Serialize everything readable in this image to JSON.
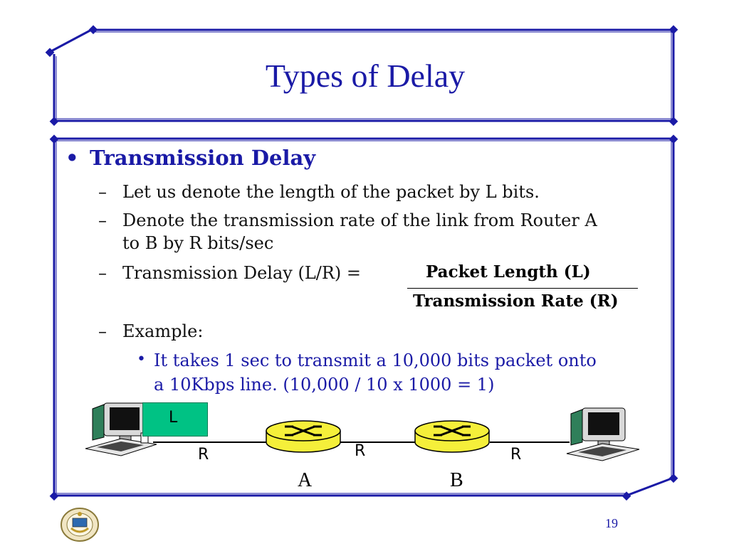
{
  "slide": {
    "title": "Types of Delay",
    "bullet": "Transmission Delay",
    "sub1": "Let us denote the length of the packet by L bits.",
    "sub2_line1": "Denote the transmission rate of the link from Router A",
    "sub2_line2": "to B by R bits/sec",
    "sub3": "Transmission Delay (L/R) =",
    "numerator": "Packet Length (L)",
    "denominator": "Transmission Rate (R)",
    "sub4": "Example:",
    "example_line1": "It takes 1 sec to transmit a 10,000 bits packet onto",
    "example_line2": "a 10Kbps line. (10,000 / 10 x 1000 = 1)",
    "dash": "–",
    "bullet_mark": "•",
    "page_number": "19"
  },
  "diagram": {
    "packet_label": "L",
    "link_rate_labels": [
      "R",
      "R",
      "R"
    ],
    "router_names": [
      "A",
      "B"
    ]
  },
  "colors": {
    "accent_blue": "#1a1aa6",
    "router_yellow": "#f5ef3a",
    "packet_green": "#00c284"
  },
  "icons": [
    "computer-icon",
    "router-icon",
    "university-seal-icon"
  ]
}
